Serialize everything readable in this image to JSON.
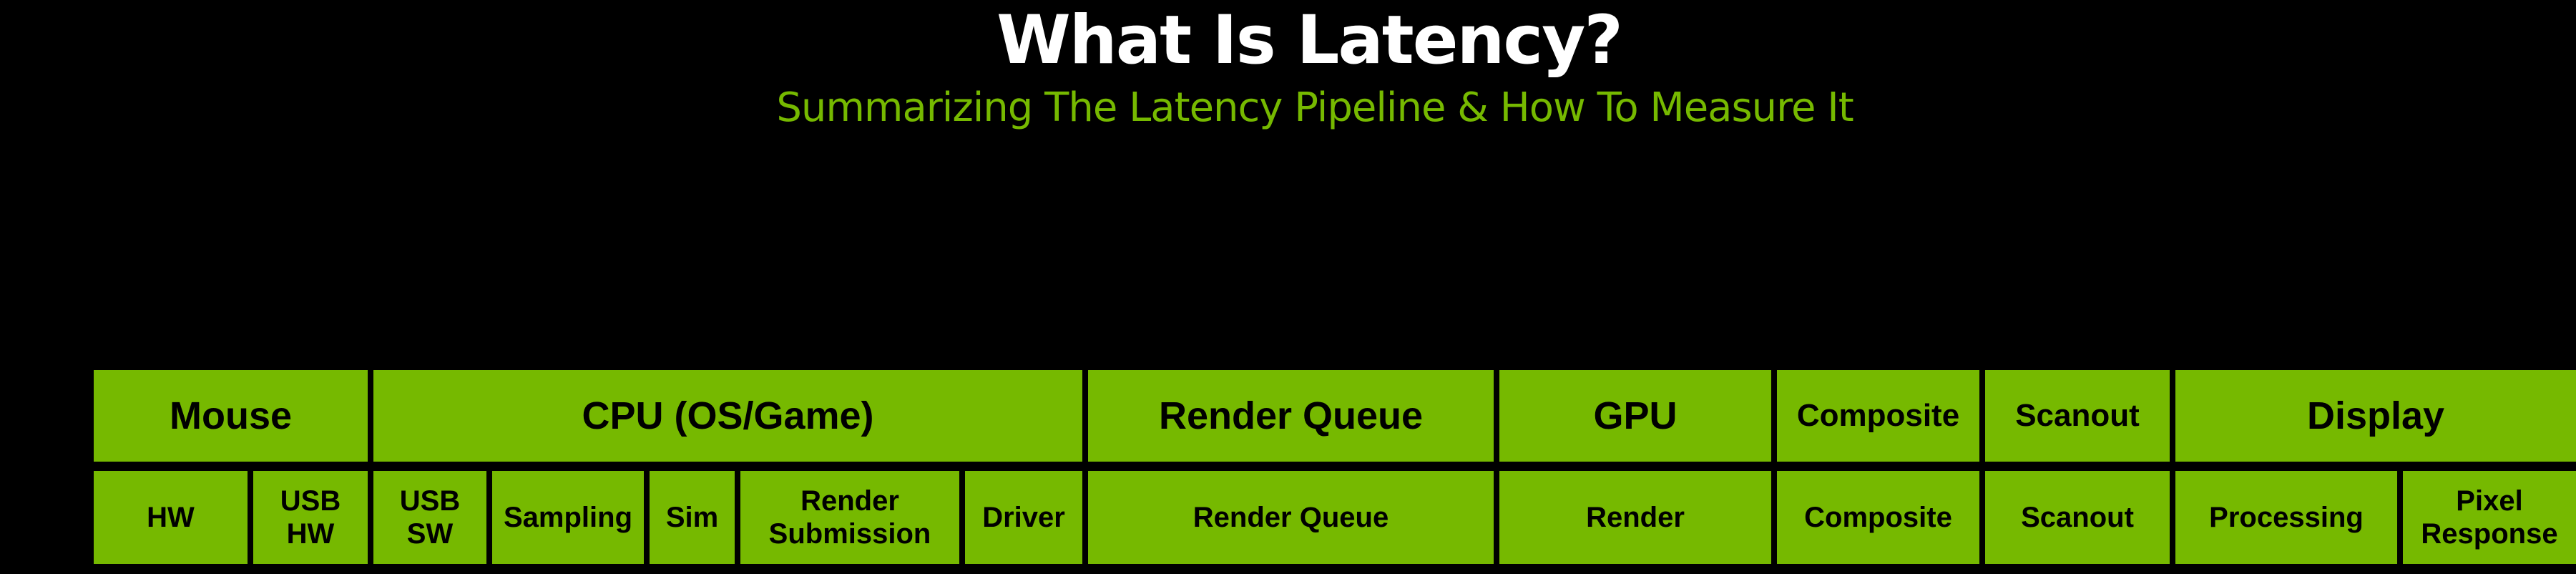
{
  "title": "What Is Latency?",
  "subtitle": "Summarizing The Latency Pipeline & How To Measure It",
  "colors": {
    "accent": "#76b900",
    "background": "#000000"
  },
  "stages": [
    {
      "label": "Mouse",
      "substages": [
        "HW",
        "USB HW"
      ]
    },
    {
      "label": "CPU (OS/Game)",
      "substages": [
        "USB SW",
        "Sampling",
        "Sim",
        "Render Submission",
        "Driver"
      ]
    },
    {
      "label": "Render Queue",
      "substages": [
        "Render Queue"
      ]
    },
    {
      "label": "GPU",
      "substages": [
        "Render"
      ]
    },
    {
      "label": "Composite",
      "substages": [
        "Composite"
      ]
    },
    {
      "label": "Scanout",
      "substages": [
        "Scanout"
      ]
    },
    {
      "label": "Display",
      "substages": [
        "Processing",
        "Pixel Response"
      ]
    }
  ]
}
